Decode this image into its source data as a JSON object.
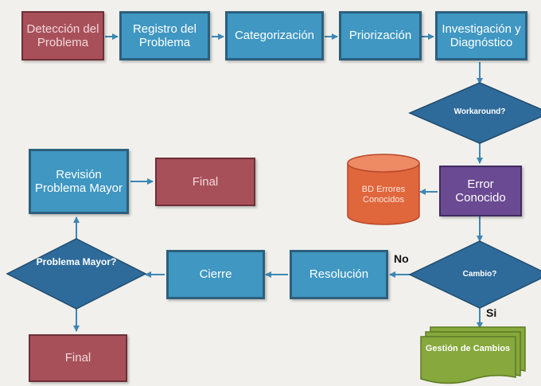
{
  "nodes": {
    "deteccion": "Detección del Problema",
    "registro": "Registro del Problema",
    "categorizacion": "Categorización",
    "priorizacion": "Priorización",
    "investigacion": "Investigación y Diagnóstico",
    "workaround": "Workaround?",
    "error_conocido": "Error Conocido",
    "bd_errores": "BD Errores Conocidos",
    "cambio": "Cambio?",
    "gestion_cambios": "Gestión de Cambios",
    "resolucion": "Resolución",
    "cierre": "Cierre",
    "problema_mayor": "Problema Mayor?",
    "revision": "Revisión Problema Mayor",
    "final_top": "Final",
    "final_bottom": "Final"
  },
  "edge_labels": {
    "no": "No",
    "si": "Si"
  },
  "colors": {
    "process": "#3f97c2",
    "decision": "#2e6b9a",
    "terminal": "#a8505a",
    "known_error": "#6a4a92",
    "database": "#e0663c",
    "document": "#86a83c",
    "connector": "#3d86b4"
  }
}
